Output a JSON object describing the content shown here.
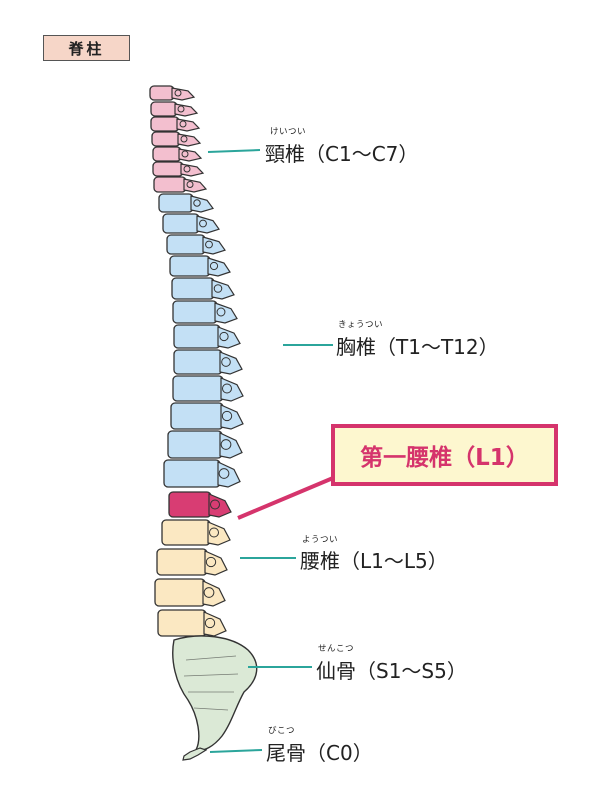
{
  "title": "脊柱",
  "colors": {
    "cervical": "#f3bfcf",
    "thoracic": "#c3e0f5",
    "lumbar": "#fbe8c2",
    "lumbar_l1": "#d83d73",
    "sacrum": "#dbe9d6",
    "leader": "#2ba59b",
    "highlight_border": "#d5346c",
    "highlight_fill": "#fdf7cf",
    "outline": "#333333"
  },
  "labels": {
    "cervical": {
      "ruby": "けいつい",
      "name": "頸椎（C1〜C7）"
    },
    "thoracic": {
      "ruby": "きょうつい",
      "name": "胸椎（T1〜T12）"
    },
    "lumbar": {
      "ruby": "ようつい",
      "name": "腰椎（L1〜L5）"
    },
    "sacrum": {
      "ruby": "せんこつ",
      "name": "仙骨（S1〜S5）"
    },
    "coccyx": {
      "ruby": "びこつ",
      "name": "尾骨（C0）"
    }
  },
  "callout": {
    "text": "第一腰椎（L1）"
  }
}
